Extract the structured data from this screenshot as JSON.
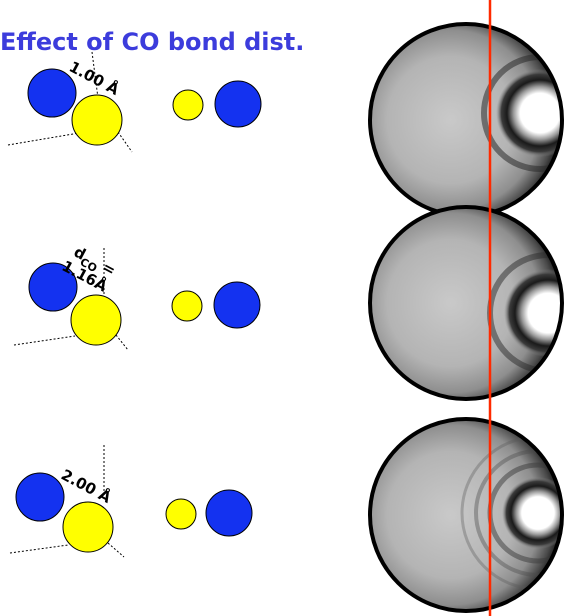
{
  "title": "Effect of CO bond dist.",
  "panels": [
    {
      "label": "1.00 Å"
    },
    {
      "label_prefix": "d",
      "label_sub": "CO",
      "label_eq": "=",
      "label_value": "1.16Å"
    },
    {
      "label": "2.00 Å"
    }
  ],
  "colors": {
    "title": "#3c3cdc",
    "atom_blue": "#1432f0",
    "atom_yellow": "#ffff00",
    "marker_line": "#ff2a00",
    "sphere_edge": "#000000"
  },
  "icons": [
    "atom-blue",
    "atom-yellow",
    "shaded-sphere",
    "red-vertical-line"
  ]
}
